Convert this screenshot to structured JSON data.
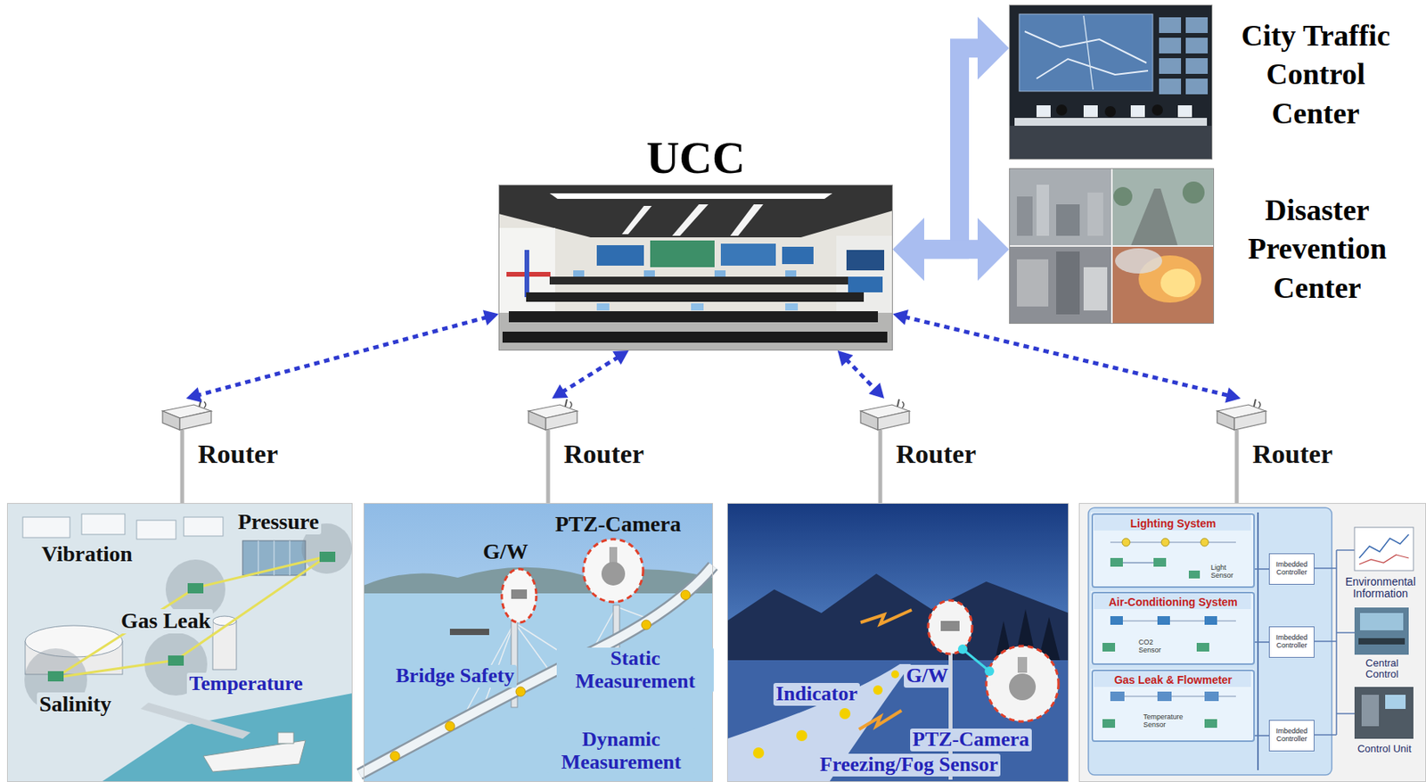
{
  "diagram": {
    "nodes": [
      {
        "text": [
          "UCC"
        ]
      },
      {
        "text": [
          "City Traffic Control Center"
        ]
      },
      {
        "text": [
          "Disaster Prevention Center"
        ]
      },
      {
        "text": [
          "Router"
        ]
      },
      {
        "text": [
          "Router"
        ]
      },
      {
        "text": [
          "Router"
        ]
      },
      {
        "text": [
          "Router"
        ]
      },
      {
        "text": [
          "Pressure",
          "Vibration",
          "Gas Leak",
          "Temperature",
          "Salinity"
        ]
      },
      {
        "text": [
          "PTZ-Camera",
          "G/W",
          "Static Measurement",
          "Bridge Safety",
          "Dynamic Measurement"
        ]
      },
      {
        "text": [
          "G/W",
          "Indicator",
          "PTZ-Camera",
          "Freezing/Fog Sensor"
        ]
      },
      {
        "text": [
          "Environmental Information",
          "Central Control",
          "Control Unit"
        ]
      },
      {
        "text": [
          "Lighting System",
          "Light Sensor"
        ],
        "in": 10
      },
      {
        "text": [
          "Air-Conditioning System",
          "CO2 Sensor"
        ],
        "in": 10
      },
      {
        "text": [
          "Gas Leak & Flowmeter",
          "Temperature Sensor"
        ],
        "in": 10
      },
      {
        "text": [
          "Imbedded Controller"
        ],
        "in": 10
      },
      {
        "text": [
          "Imbedded Controller"
        ],
        "in": 10
      },
      {
        "text": [
          "Imbedded Controller"
        ],
        "in": 10
      }
    ],
    "edges": [
      {
        "from": 0,
        "to": 1,
        "arrow": "both"
      },
      {
        "from": 0,
        "to": 2,
        "arrow": "both"
      },
      {
        "from": 0,
        "to": 3,
        "arrow": "both"
      },
      {
        "from": 0,
        "to": 4,
        "arrow": "both"
      },
      {
        "from": 0,
        "to": 5,
        "arrow": "both"
      },
      {
        "from": 0,
        "to": 6,
        "arrow": "both"
      },
      {
        "from": 3,
        "to": 7,
        "arrow": "none"
      },
      {
        "from": 4,
        "to": 8,
        "arrow": "none"
      },
      {
        "from": 5,
        "to": 9,
        "arrow": "none"
      },
      {
        "from": 6,
        "to": 10,
        "arrow": "none"
      },
      {
        "from": 11,
        "to": 14,
        "arrow": "none"
      },
      {
        "from": 12,
        "to": 15,
        "arrow": "none"
      },
      {
        "from": 13,
        "to": 16,
        "arrow": "none"
      }
    ]
  }
}
